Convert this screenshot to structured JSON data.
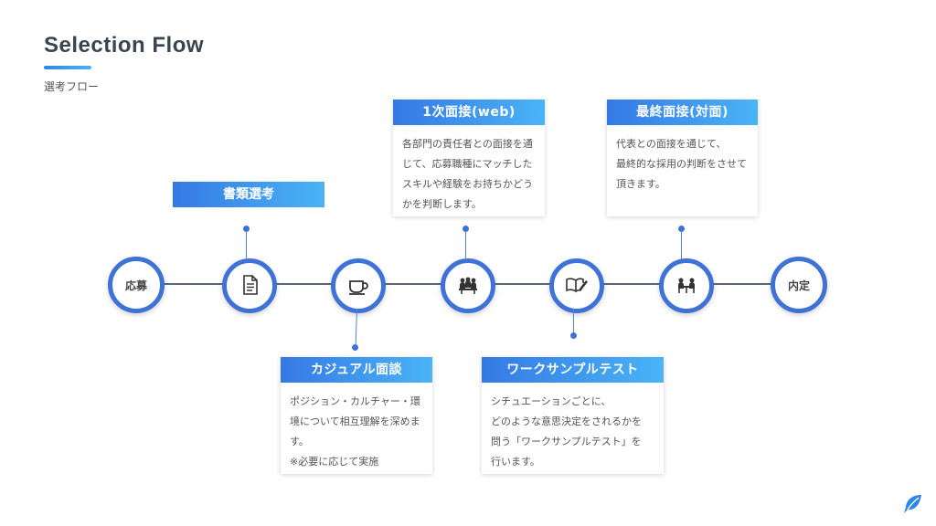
{
  "header": {
    "title": "Selection Flow",
    "subtitle": "選考フロー"
  },
  "timeline": {
    "start_label": "応募",
    "end_label": "内定",
    "nodes": [
      {
        "icon": "document-icon"
      },
      {
        "icon": "coffee-cup-icon"
      },
      {
        "icon": "meeting-group-icon"
      },
      {
        "icon": "open-book-pen-icon"
      },
      {
        "icon": "meeting-pair-icon"
      }
    ]
  },
  "steps": {
    "document_screening": {
      "title": "書類選考"
    },
    "casual_interview": {
      "title": "カジュアル面談",
      "lines": [
        "ポジション・カルチャー・環",
        "境について相互理解を深めま",
        "す。",
        "※必要に応じて実施"
      ]
    },
    "first_interview": {
      "title": "1次面接(web)",
      "lines": [
        "各部門の責任者との面接を通",
        "じて、応募職種にマッチした",
        "スキルや経験をお持ちかどう",
        "かを判断します。"
      ]
    },
    "work_sample": {
      "title": "ワークサンプルテスト",
      "lines": [
        "シチュエーションごとに、",
        "どのような意思決定をされるかを",
        "問う「ワークサンプルテスト」を",
        "行います。"
      ]
    },
    "final_interview": {
      "title": "最終面接(対面)",
      "lines": [
        "代表との面接を通じて、",
        "最終的な採用の判断をさせて",
        "頂きます。"
      ]
    }
  },
  "colors": {
    "accent": "#3f72d6",
    "header_gradient_start": "#3579e4",
    "header_gradient_end": "#4ab4f6"
  },
  "logo": {
    "icon": "leaf-logo-icon"
  }
}
